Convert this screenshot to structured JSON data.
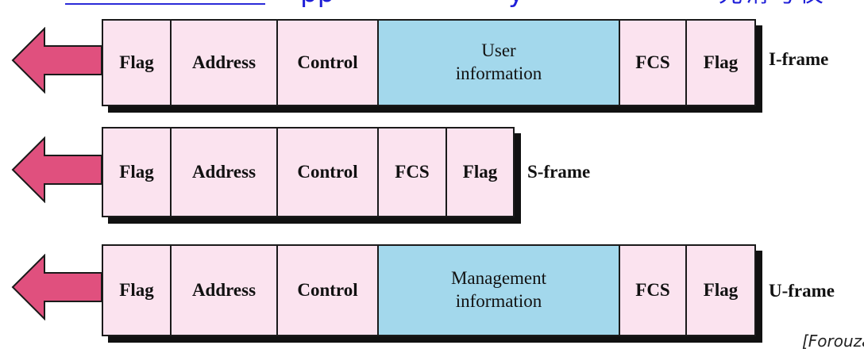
{
  "header_fragments": {
    "a": "pp",
    "b": "y",
    "c": "光滑号仪"
  },
  "colors": {
    "field_fill": "#fbe3ef",
    "info_fill": "#a3d8ec",
    "arrow_fill": "#e0507e",
    "border": "#1a1a1a"
  },
  "frames": {
    "i": {
      "label": "I-frame",
      "fields": [
        "Flag",
        "Address",
        "Control",
        "FCS",
        "Flag"
      ],
      "info": [
        "User",
        "information"
      ]
    },
    "s": {
      "label": "S-frame",
      "fields": [
        "Flag",
        "Address",
        "Control",
        "FCS",
        "Flag"
      ]
    },
    "u": {
      "label": "U-frame",
      "fields": [
        "Flag",
        "Address",
        "Control",
        "FCS",
        "Flag"
      ],
      "info": [
        "Management",
        "information"
      ]
    }
  },
  "citation": "[Forouzan]"
}
